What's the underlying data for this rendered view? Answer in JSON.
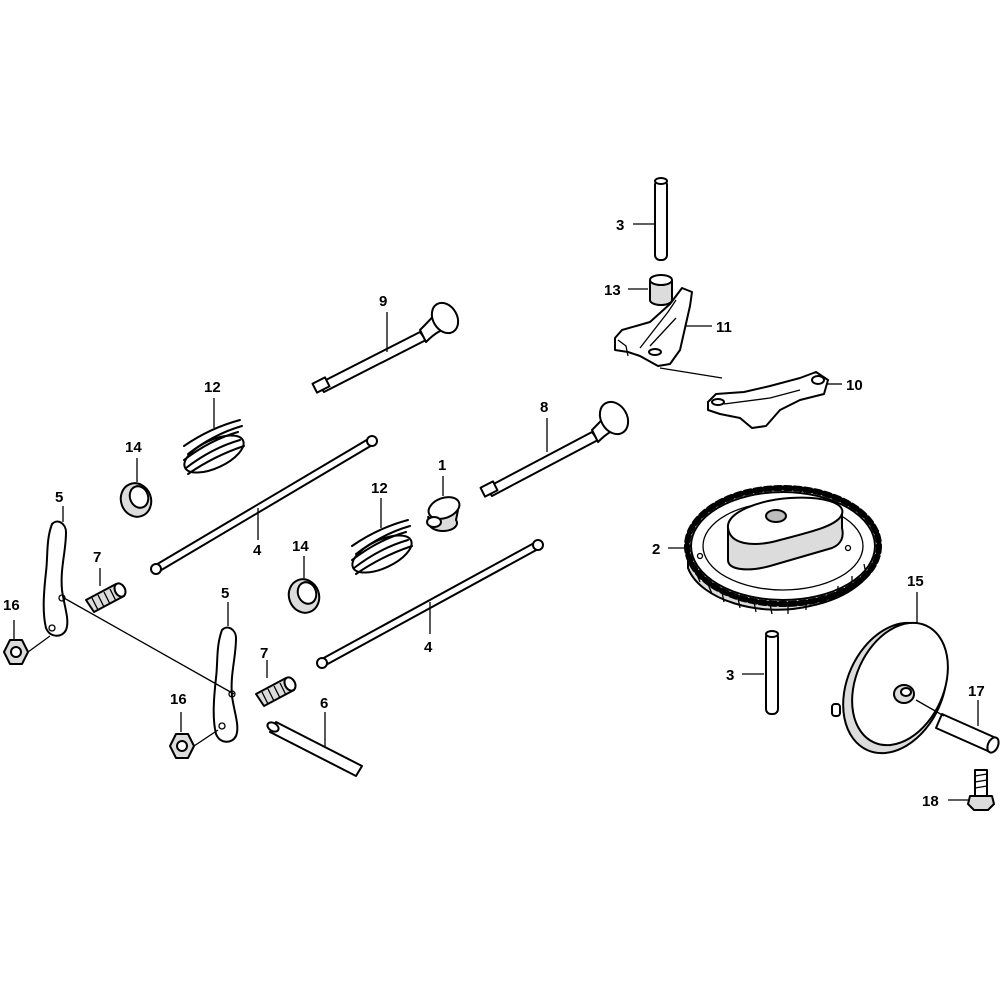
{
  "diagram": {
    "callouts": {
      "c1": "1",
      "c2": "2",
      "c3a": "3",
      "c3b": "3",
      "c4a": "4",
      "c4b": "4",
      "c5a": "5",
      "c5b": "5",
      "c6": "6",
      "c7a": "7",
      "c7b": "7",
      "c8": "8",
      "c9": "9",
      "c10": "10",
      "c11": "11",
      "c12a": "12",
      "c12b": "12",
      "c13": "13",
      "c14a": "14",
      "c14b": "14",
      "c15": "15",
      "c16a": "16",
      "c16b": "16",
      "c17": "17",
      "c18": "18"
    }
  }
}
